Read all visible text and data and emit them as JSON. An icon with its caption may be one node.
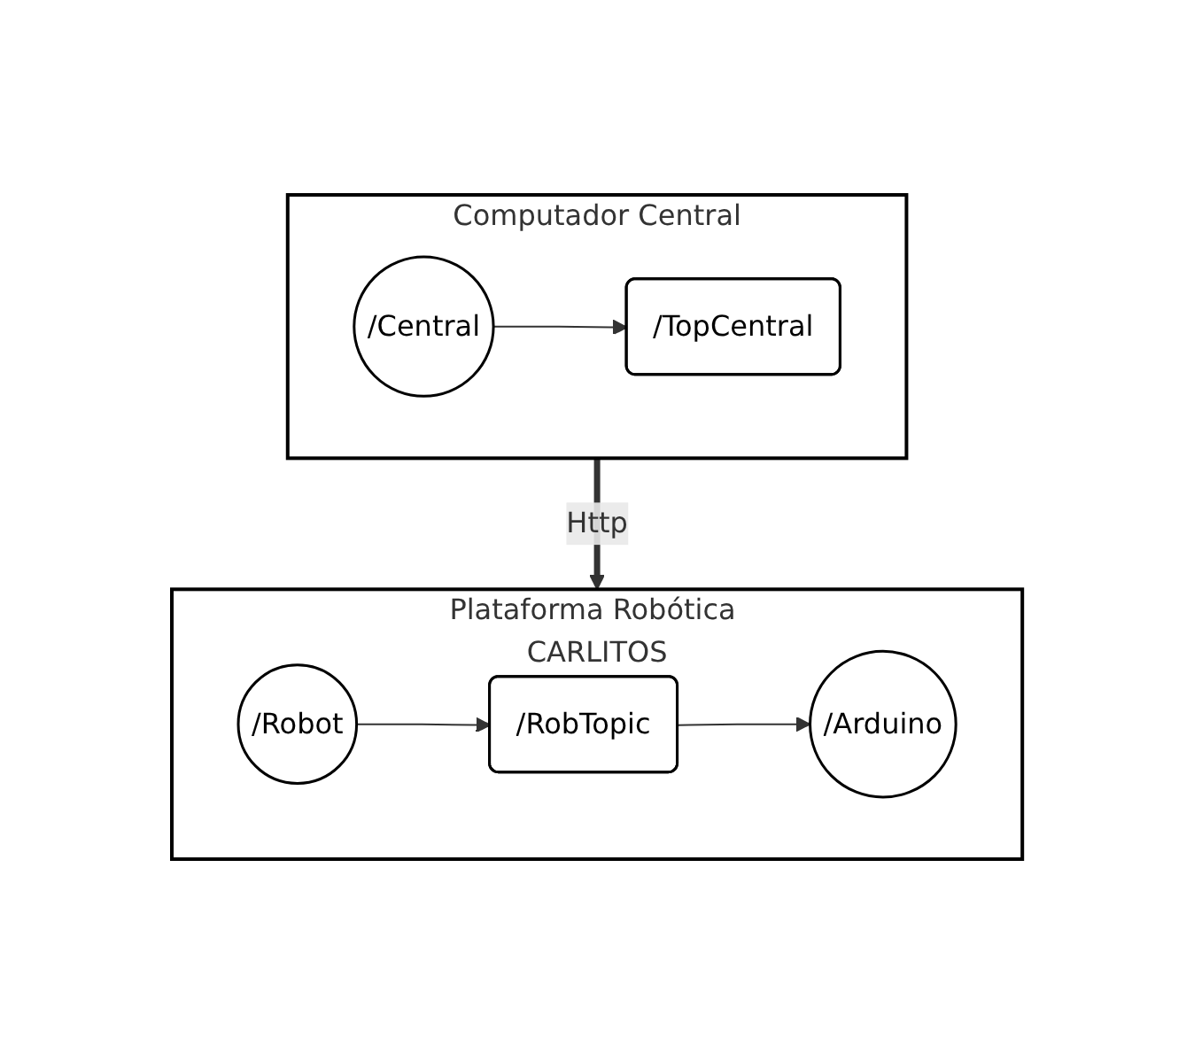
{
  "diagram": {
    "nodes": [
      {
        "text": [
          "Computador Central"
        ]
      },
      {
        "text": [
          "/Central"
        ],
        "in": 0
      },
      {
        "text": [
          "/TopCentral"
        ],
        "in": 0
      },
      {
        "text": [
          "Plataforma Robótica CARLITOS"
        ]
      },
      {
        "text": [
          "/Robot"
        ],
        "in": 3
      },
      {
        "text": [
          "/RobTopic"
        ],
        "in": 3
      },
      {
        "text": [
          "/Arduino"
        ],
        "in": 3
      }
    ],
    "edges": [
      {
        "from": 1,
        "to": 2,
        "arrow": "to"
      },
      {
        "from": 0,
        "to": 3,
        "arrow": "to",
        "label": "Http",
        "style": "thick"
      },
      {
        "from": 4,
        "to": 5,
        "arrow": "to"
      },
      {
        "from": 5,
        "to": 6,
        "arrow": "to"
      }
    ]
  }
}
